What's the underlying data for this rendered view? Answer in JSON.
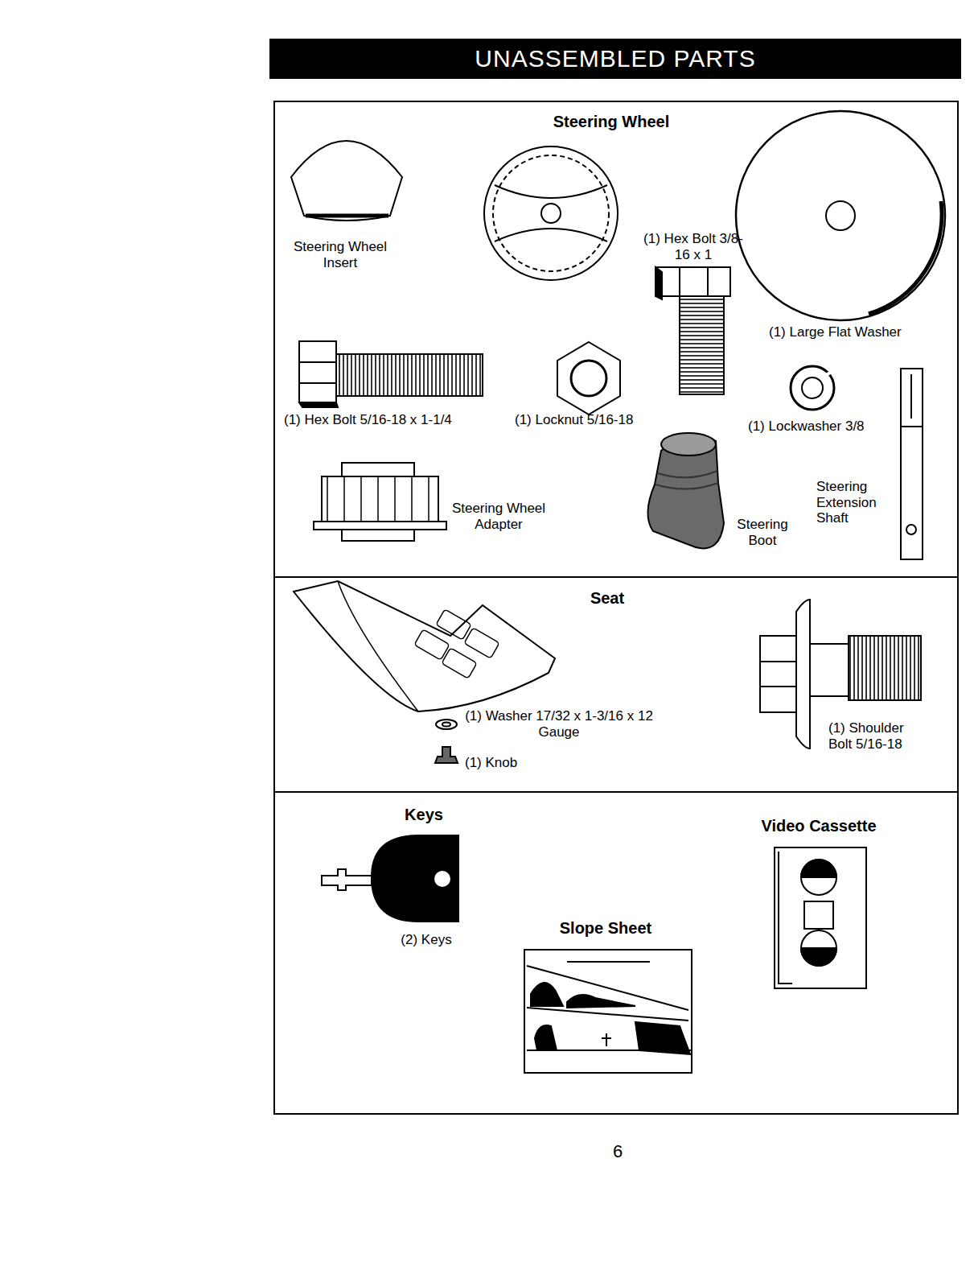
{
  "diagram": {
    "title": "UNASSEMBLED PARTS",
    "nodes": [
      {
        "text": [
          "Steering Wheel"
        ]
      },
      {
        "text": [
          "Seat"
        ]
      },
      {
        "text": [
          "Keys",
          "Slope Sheet",
          "Video Cassette"
        ]
      }
    ],
    "labels": [
      "Steering Wheel Insert",
      "(1) Hex Bolt 3/8-16 x 1",
      "(1) Large Flat Washer",
      "(1) Hex Bolt 5/16-18 x 1-1/4",
      "(1) Locknut 5/16-18",
      "(1) Lockwasher 3/8",
      "Steering Wheel Adapter",
      "Steering Boot",
      "Steering Extension Shaft",
      "(1) Washer 17/32 x 1-3/16 x 12 Gauge",
      "(1) Knob",
      "(1) Shoulder Bolt 5/16-18",
      "(2) Keys",
      "6"
    ]
  }
}
